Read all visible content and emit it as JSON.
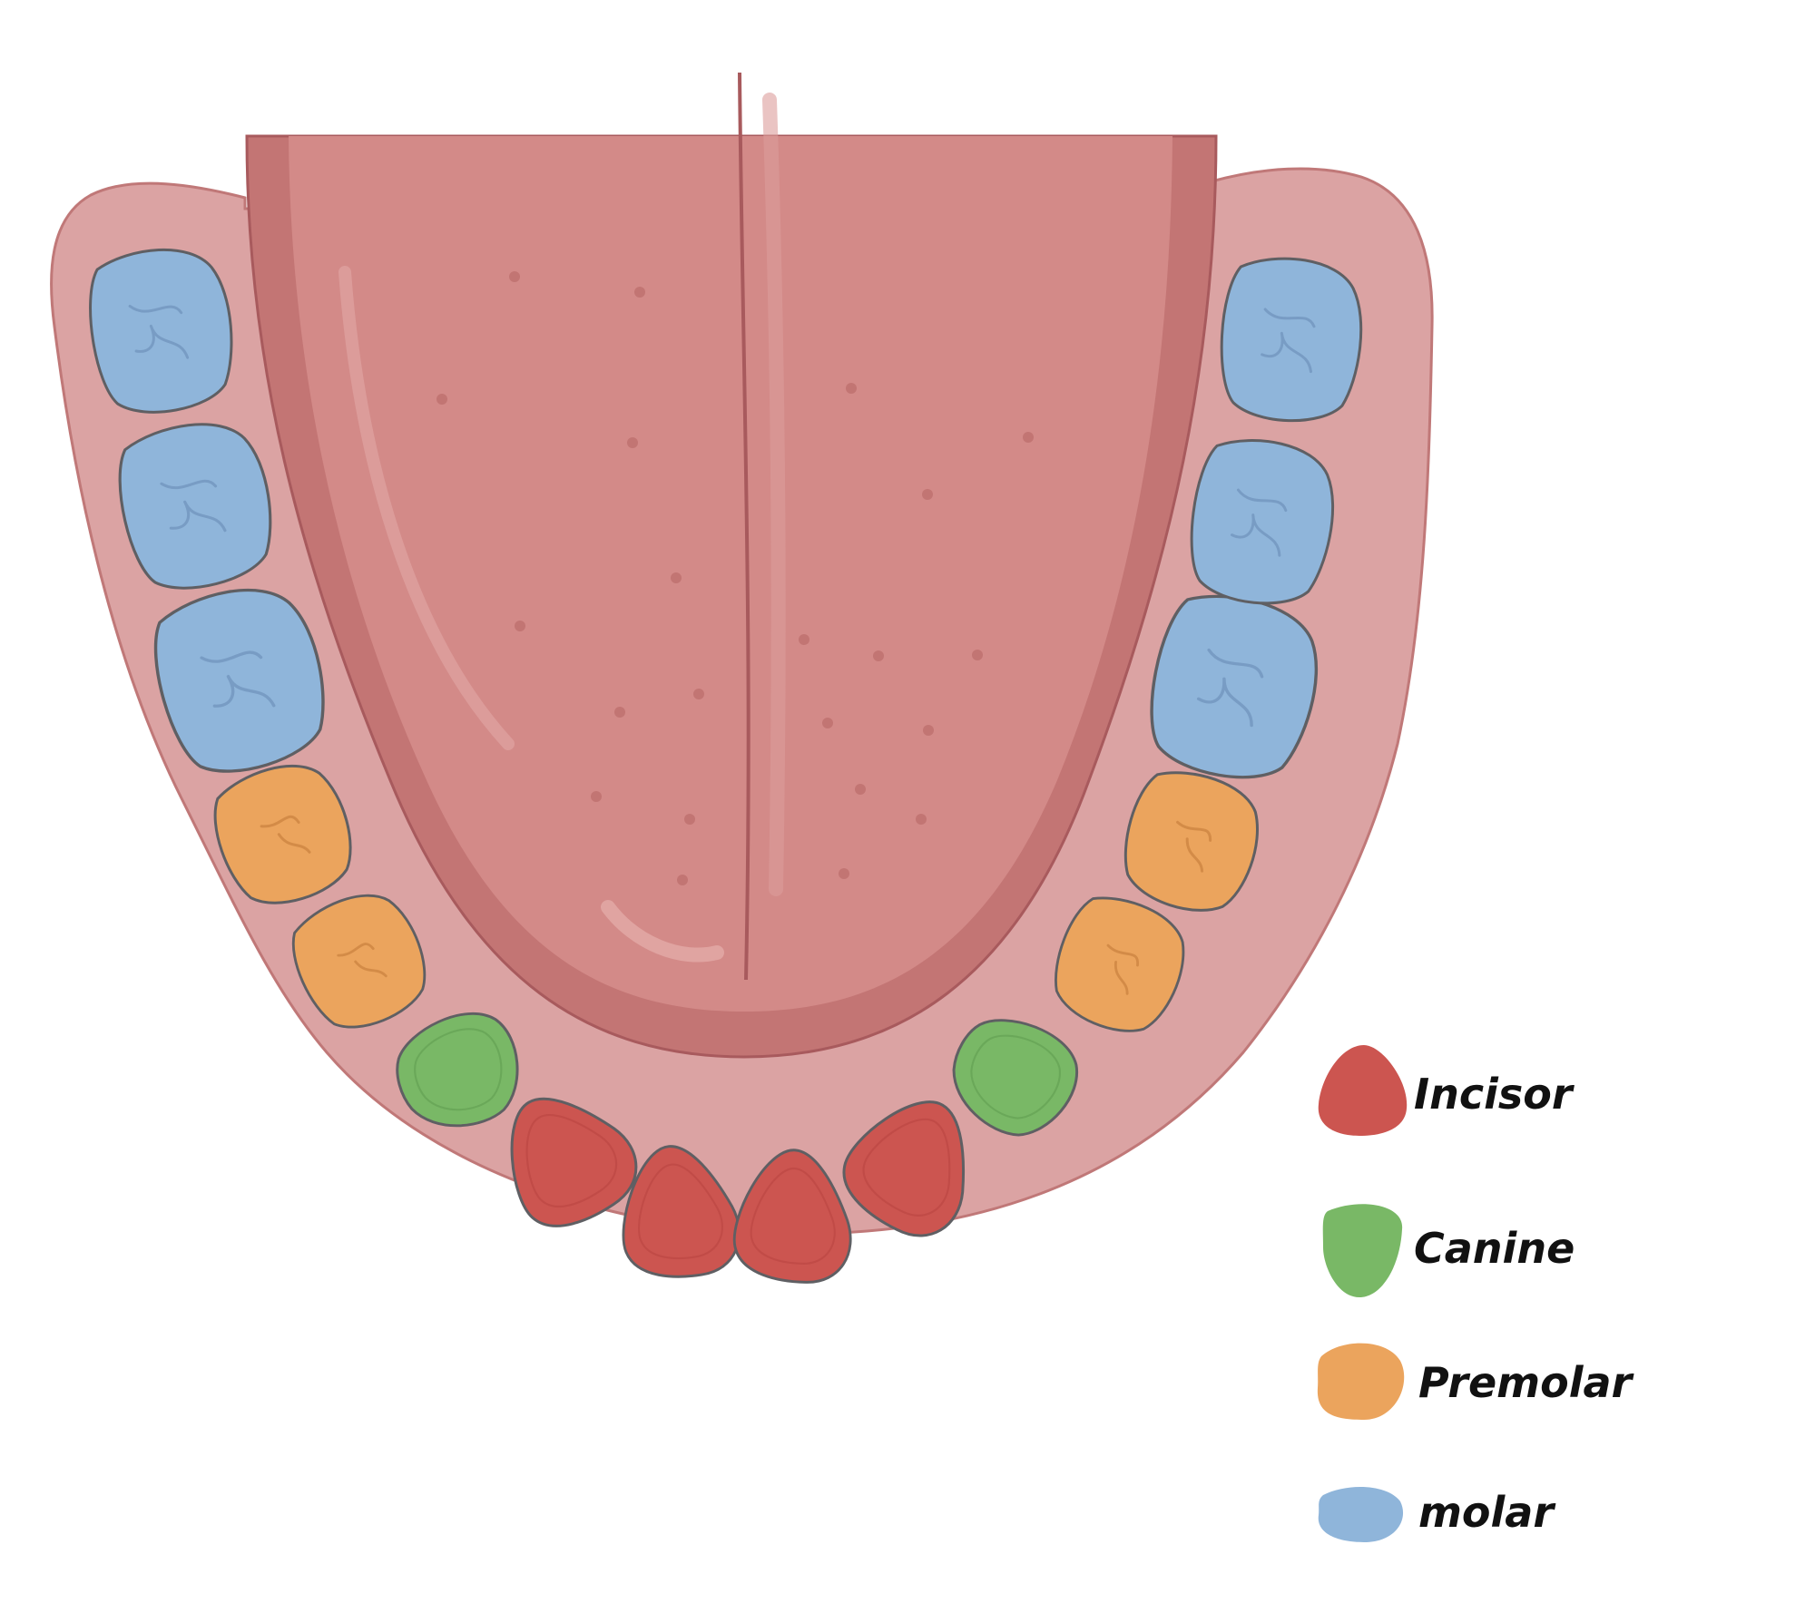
{
  "colors": {
    "gum": "#dba3a3",
    "gum_edge": "#c07878",
    "tongue": "#d38a88",
    "tongue_shadow": "#c37574",
    "tongue_line": "#a85a5d",
    "tooth_outline": "#5f5f63",
    "incisor": "#cc5550",
    "canine": "#79b866",
    "premolar": "#eba45d",
    "molar": "#8fb5da"
  },
  "legend": [
    {
      "label": "Incisor",
      "color": "#cc5550",
      "icon": "incisor-tooth-icon"
    },
    {
      "label": "Canine",
      "color": "#79b866",
      "icon": "canine-tooth-icon"
    },
    {
      "label": "Premolar",
      "color": "#eba45d",
      "icon": "premolar-tooth-icon"
    },
    {
      "label": "molar",
      "color": "#8fb5da",
      "icon": "molar-tooth-icon"
    }
  ]
}
